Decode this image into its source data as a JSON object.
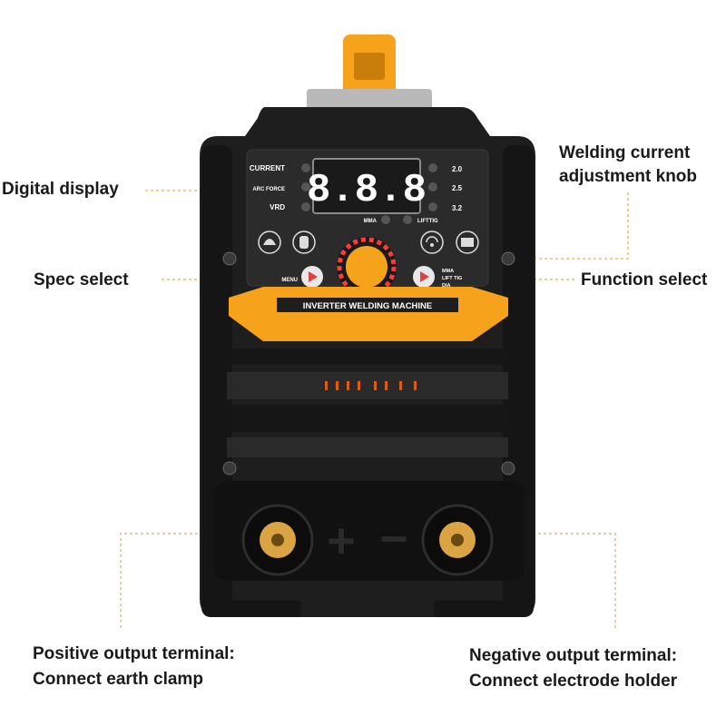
{
  "callouts": {
    "digital_display": "Digital display",
    "knob_line1": "Welding current",
    "knob_line2": "adjustment knob",
    "spec_select": "Spec select",
    "function_select": "Function select",
    "positive_line1": "Positive output terminal:",
    "positive_line2": "Connect earth clamp",
    "negative_line1": "Negative output terminal:",
    "negative_line2": "Connect electrode holder"
  },
  "panel": {
    "display_value": "8.8.8",
    "left_labels": [
      "CURRENT",
      "ARC FORCE",
      "VRD"
    ],
    "right_labels": [
      "2.0",
      "2.5",
      "3.2"
    ],
    "mode_mma": "MMA",
    "mode_lifttig": "LIFTTIG",
    "menu_label": "MENU",
    "func_labels": [
      "MMA",
      "LIFT TIG",
      "DIA"
    ],
    "minus": "−",
    "plus": "+",
    "brand_band": "INVERTER WELDING MACHINE"
  },
  "terminals": {
    "plus_sign": "+",
    "minus_sign": "−"
  },
  "colors": {
    "accent": "#f7a21b",
    "body": "#1e1e1e",
    "panel": "#2b2b2b",
    "brass": "#d9a441",
    "led": "#ff3b3b"
  },
  "icons": [
    "welding-helmet-icon",
    "glove-icon",
    "wireless-icon",
    "manual-book-icon"
  ]
}
